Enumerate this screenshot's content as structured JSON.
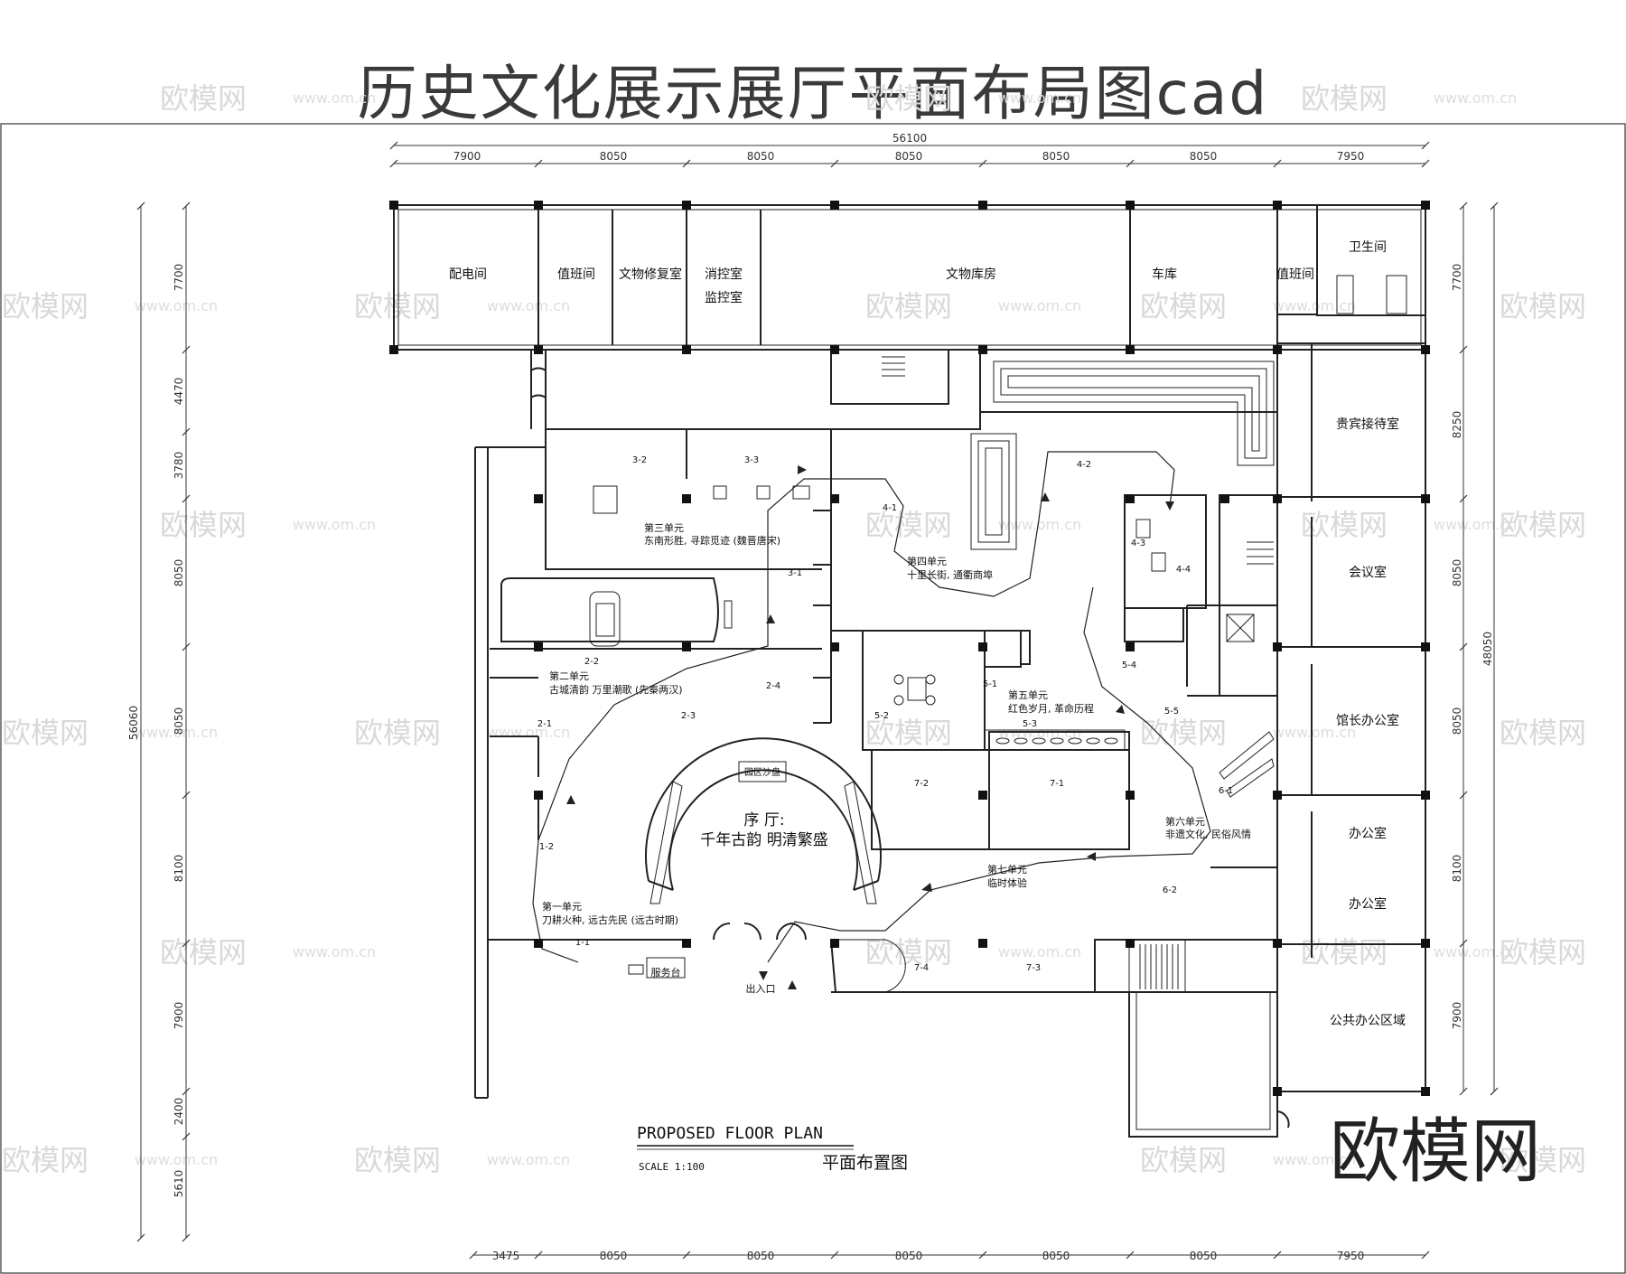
{
  "title": "历史文化展示展厅平面布局图cad",
  "brand": "欧模网",
  "watermark": {
    "text": "欧模网",
    "url": "www.om.cn"
  },
  "dimensions": {
    "total_width": "56100",
    "total_height": "56060",
    "right_total": "48050",
    "top": [
      "7900",
      "8050",
      "8050",
      "8050",
      "8050",
      "8050",
      "7950"
    ],
    "bottom": [
      "3475",
      "8050",
      "8050",
      "8050",
      "8050",
      "8050",
      "7950"
    ],
    "left": [
      "7700",
      "4470",
      "3780",
      "8050",
      "8050",
      "8100",
      "7900",
      "2400",
      "5610"
    ],
    "right": [
      "7700",
      "8250",
      "8050",
      "8050",
      "8100",
      "7900"
    ]
  },
  "rooms": [
    {
      "id": "distribution",
      "label": "配电间"
    },
    {
      "id": "duty1",
      "label": "值班间"
    },
    {
      "id": "restoration",
      "label": "文物修复室"
    },
    {
      "id": "fire-control",
      "label": "消控室"
    },
    {
      "id": "monitor",
      "label": "监控室"
    },
    {
      "id": "artifact-store",
      "label": "文物库房"
    },
    {
      "id": "garage",
      "label": "车库"
    },
    {
      "id": "duty2",
      "label": "值班间"
    },
    {
      "id": "toilet",
      "label": "卫生间"
    },
    {
      "id": "vip",
      "label": "贵宾接待室"
    },
    {
      "id": "meeting",
      "label": "会议室"
    },
    {
      "id": "director",
      "label": "馆长办公室"
    },
    {
      "id": "office1",
      "label": "办公室"
    },
    {
      "id": "office2",
      "label": "办公室"
    },
    {
      "id": "public-office",
      "label": "公共办公区域"
    },
    {
      "id": "service",
      "label": "服务台"
    },
    {
      "id": "entrance",
      "label": "出入口"
    },
    {
      "id": "sandtable",
      "label": "园区沙盘"
    }
  ],
  "foyer": {
    "line1": "序 厅:",
    "line2": "千年古韵 明清繁盛"
  },
  "units": [
    {
      "id": "u1",
      "title": "第一单元",
      "subtitle": "刀耕火种, 远古先民 (远古时期)"
    },
    {
      "id": "u2",
      "title": "第二单元",
      "subtitle": "古城清韵 万里潮歌 (先秦两汉)"
    },
    {
      "id": "u3",
      "title": "第三单元",
      "subtitle": "东南形胜, 寻踪觅迹 (魏晋唐宋)"
    },
    {
      "id": "u4",
      "title": "第四单元",
      "subtitle": "十里长街, 通衢商埠"
    },
    {
      "id": "u5",
      "title": "第五单元",
      "subtitle": "红色岁月, 革命历程"
    },
    {
      "id": "u6",
      "title": "第六单元",
      "subtitle": "非遗文化, 民俗风情"
    },
    {
      "id": "u7",
      "title": "第七单元",
      "subtitle": "临时体验"
    }
  ],
  "zones": [
    "1-1",
    "1-2",
    "2-1",
    "2-2",
    "2-3",
    "2-4",
    "3-1",
    "3-2",
    "3-3",
    "4-1",
    "4-2",
    "4-3",
    "4-4",
    "5-1",
    "5-2",
    "5-3",
    "5-4",
    "5-5",
    "6-1",
    "6-2",
    "7-1",
    "7-2",
    "7-3",
    "7-4"
  ],
  "caption": {
    "title": "PROPOSED FLOOR PLAN",
    "scale": "SCALE 1:100",
    "cn": "平面布置图"
  }
}
